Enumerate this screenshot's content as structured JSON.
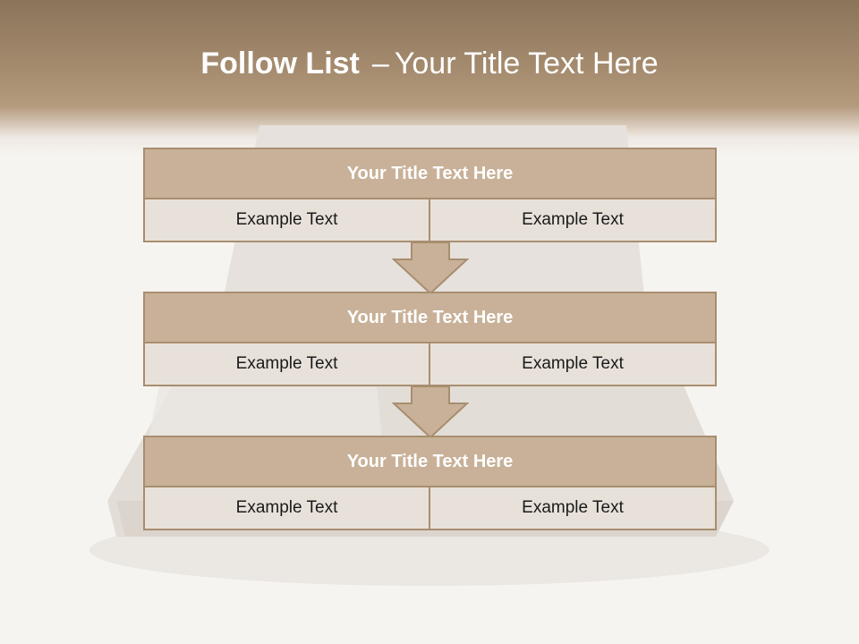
{
  "slide": {
    "title_bold": "Follow List",
    "title_dash": "–",
    "title_rest": "Your Title Text Here"
  },
  "steps": [
    {
      "title": "Your Title Text Here",
      "left": "Example Text",
      "right": "Example Text"
    },
    {
      "title": "Your Title Text Here",
      "left": "Example Text",
      "right": "Example Text"
    },
    {
      "title": "Your Title Text Here",
      "left": "Example Text",
      "right": "Example Text"
    }
  ],
  "colors": {
    "header_brown": "#8a745a",
    "block_title_fill": "#c8b198",
    "block_border": "#a88e6f",
    "cell_fill": "#e8e1da"
  }
}
